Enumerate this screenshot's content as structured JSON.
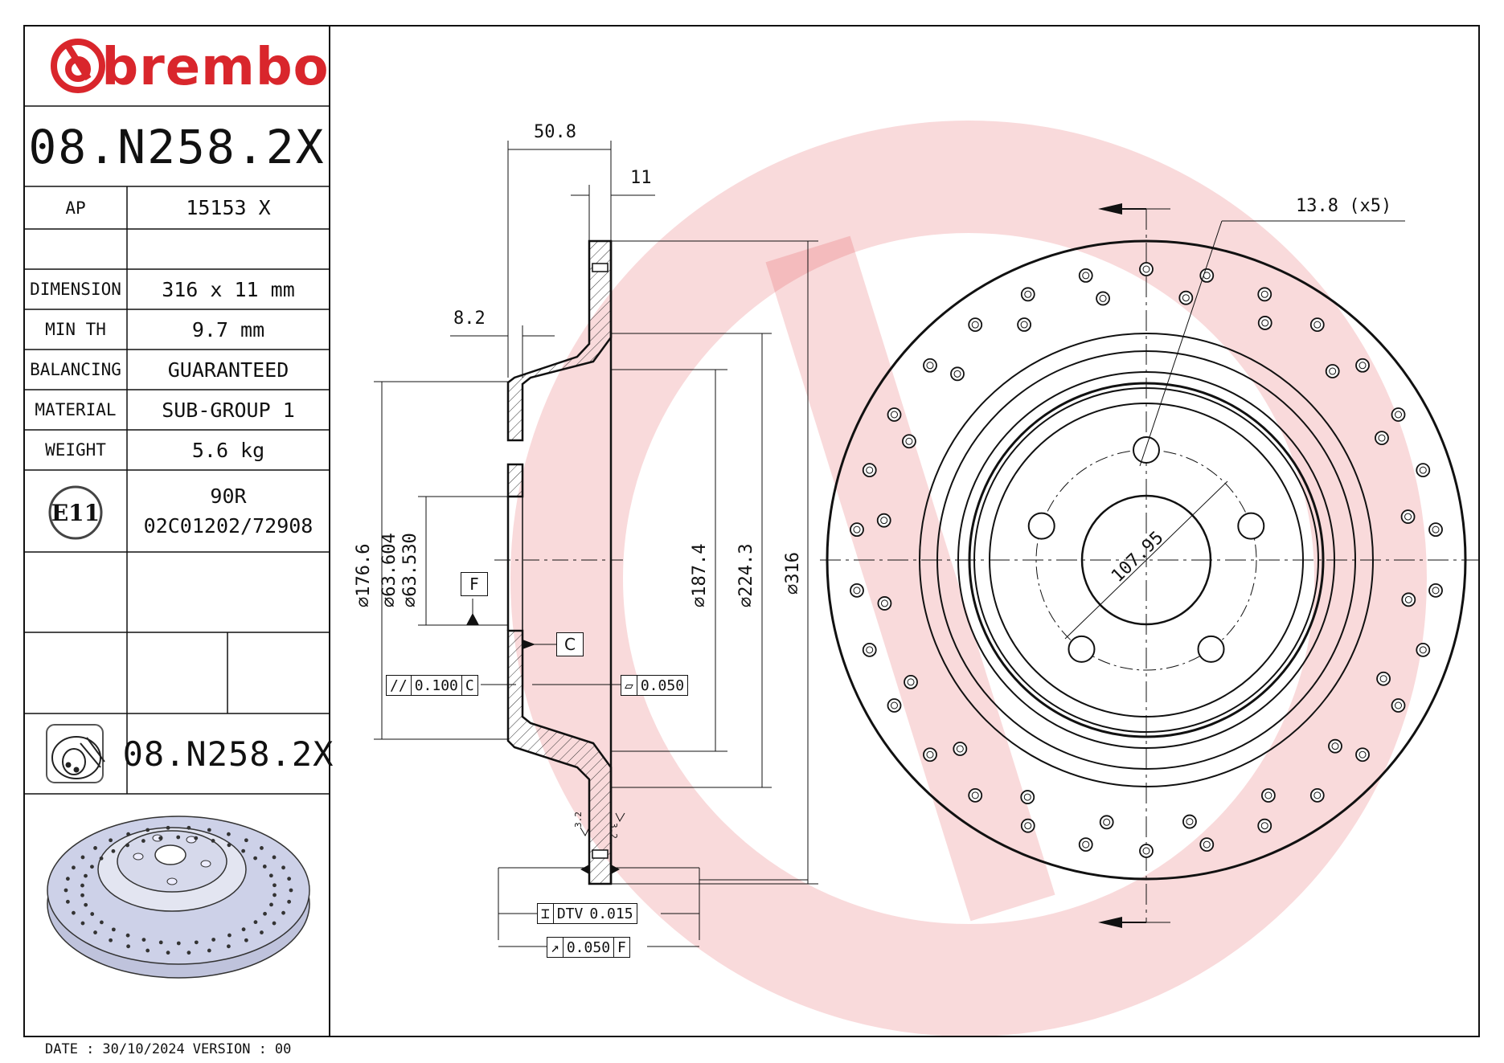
{
  "brand": {
    "name": "brembo",
    "color": "#d9262c"
  },
  "part_number": "08.N258.2X",
  "spec_rows": [
    {
      "label": "AP",
      "value": "15153 X"
    },
    {
      "label": "",
      "value": ""
    },
    {
      "label": "DIMENSION",
      "value": "316 x 11 mm"
    },
    {
      "label": "MIN TH",
      "value": "9.7 mm"
    },
    {
      "label": "BALANCING",
      "value": "GUARANTEED"
    },
    {
      "label": "MATERIAL",
      "value": "SUB-GROUP 1"
    },
    {
      "label": "WEIGHT",
      "value": "5.6 kg"
    }
  ],
  "homologation": {
    "mark": "E11",
    "line1": "90R",
    "line2": "02C01202/72908"
  },
  "bottom_part_number": "08.N258.2X",
  "footer": {
    "date_label": "DATE :",
    "date": "30/10/2024",
    "version_label": "VERSION :",
    "version": "00"
  },
  "dimensions": {
    "overall_width": "50.8",
    "thickness": "11",
    "hub_offset": "8.2",
    "hole_callout": "13.8 (x5)",
    "pcd": "107.95",
    "dia_176": "⌀176.6",
    "dia_63_604": "⌀63.604",
    "dia_63_530": "⌀63.530",
    "dia_187": "⌀187.4",
    "dia_224": "⌀224.3",
    "dia_316": "⌀316",
    "roughness": "3.2"
  },
  "datums": {
    "f": "F",
    "c": "C"
  },
  "tolerances": {
    "parallelism": {
      "symbol": "//",
      "value": "0.100",
      "datum": "C"
    },
    "flatness": {
      "symbol": "▱",
      "value": "0.050"
    },
    "dtv": {
      "symbol": "⌶",
      "label": "DTV",
      "value": "0.015"
    },
    "runout": {
      "symbol": "↗",
      "value": "0.050",
      "datum": "F"
    }
  }
}
